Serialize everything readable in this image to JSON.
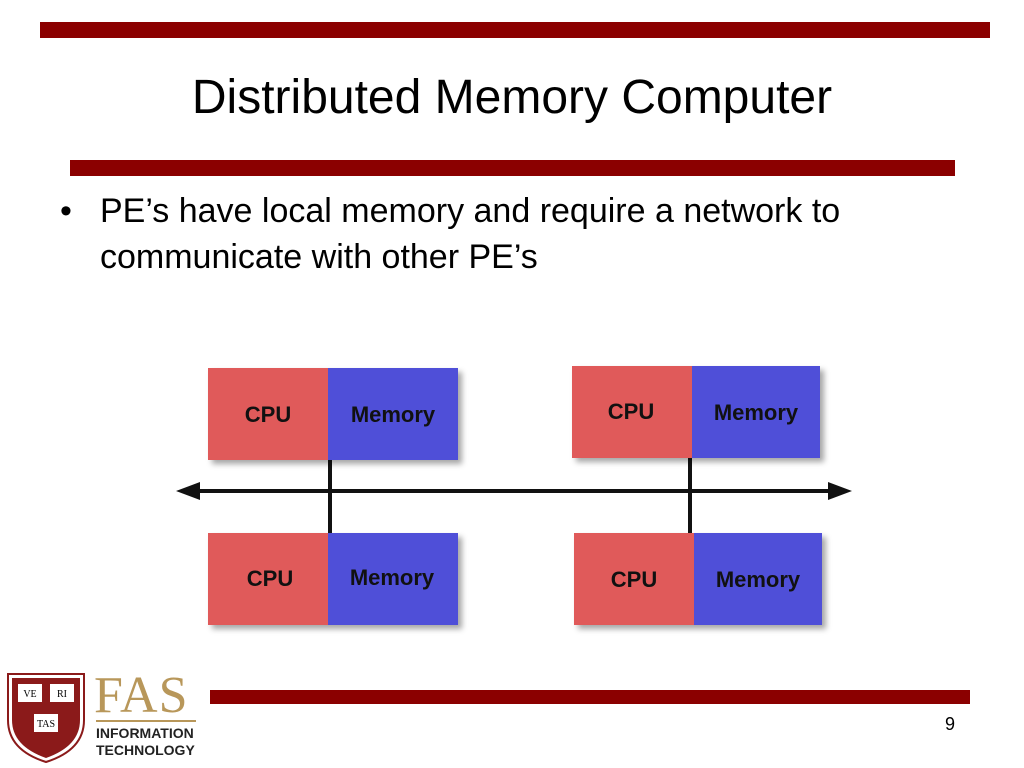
{
  "slide": {
    "title": "Distributed Memory Computer",
    "bullet_symbol": "•",
    "bullet": "PE’s have local memory and require a network to communicate with other PE’s",
    "page_number": "9"
  },
  "diagram": {
    "cpu_label": "CPU",
    "memory_label": "Memory",
    "colors": {
      "cpu": "#e05a5a",
      "memory": "#5050d8",
      "network": "#111111",
      "accent_bar": "#8b0000"
    }
  },
  "logo": {
    "shield_letters": [
      "VE",
      "RI",
      "TAS"
    ],
    "wordmark": "FAS",
    "subtitle_line1": "INFORMATION",
    "subtitle_line2": "TECHNOLOGY",
    "gold": "#b8975a",
    "crimson": "#8b1a1a"
  }
}
